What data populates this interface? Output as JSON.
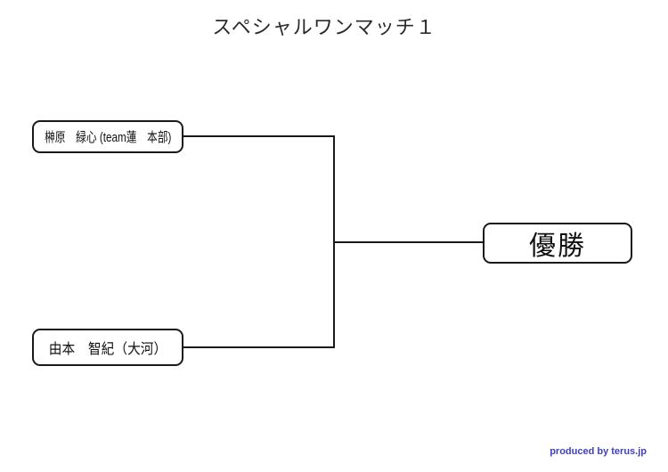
{
  "title": "スペシャルワンマッチ１",
  "bracket": {
    "player1": {
      "name": "榊原　緑心 (team蓮　本部)"
    },
    "player2": {
      "name": "由本　智紀（大河）"
    },
    "winner": {
      "label": "優勝"
    }
  },
  "footer": {
    "credit": "produced by terus.jp"
  },
  "colors": {
    "line": "#1a1a1a",
    "border": "#1a1a1a",
    "credit_blue": "#4040c0",
    "background": "#ffffff"
  }
}
